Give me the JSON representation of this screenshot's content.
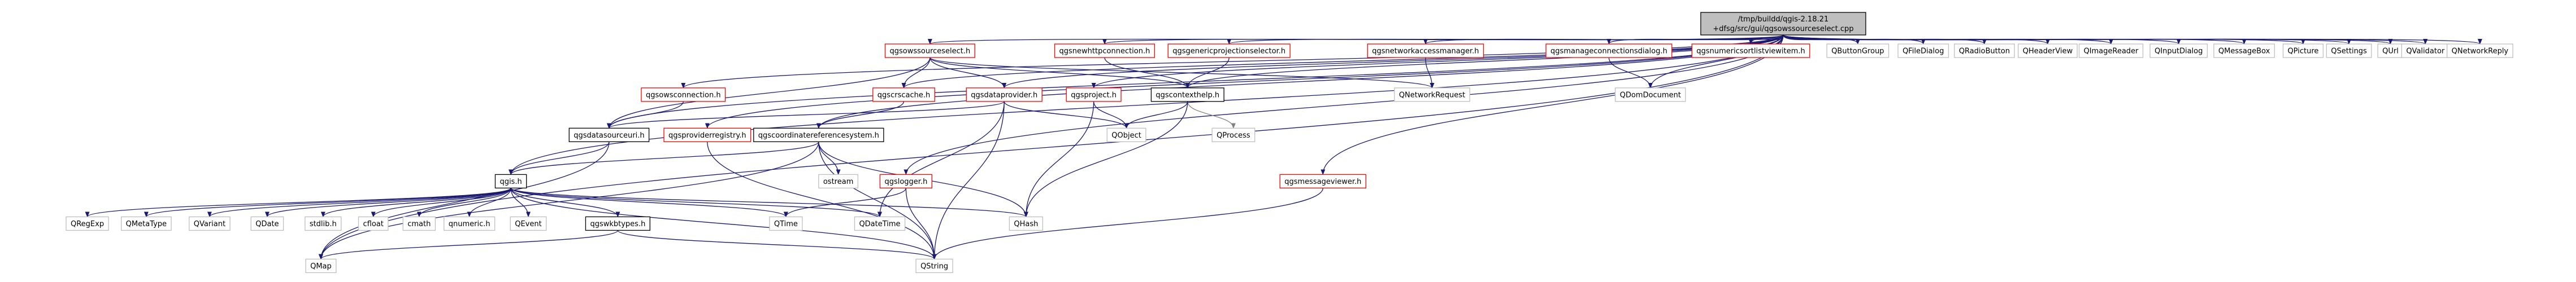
{
  "colors": {
    "edge": "#191970",
    "edge_alt": "#808080",
    "node_border_documented": "#000000",
    "node_border_undocumented": "#ff0000",
    "node_border_external": "#bfbfbf",
    "root_fill": "#bfbfbf",
    "node_fill": "#ffffff",
    "text": "#000000"
  },
  "graph": {
    "root": {
      "id": "root",
      "line1": "/tmp/buildd/qgis-2.18.21",
      "line2": "+dfsg/src/gui/qgsowssourceselect.cpp"
    },
    "nodes": [
      {
        "id": "qgsowssourceselect_h",
        "label": "qgsowssourceselect.h",
        "kind": "undocumented"
      },
      {
        "id": "qgsnewhttpconnection_h",
        "label": "qgsnewhttpconnection.h",
        "kind": "undocumented"
      },
      {
        "id": "qgsgenericprojectionselector_h",
        "label": "qgsgenericprojectionselector.h",
        "kind": "undocumented"
      },
      {
        "id": "qgsnetworkaccessmanager_h",
        "label": "qgsnetworkaccessmanager.h",
        "kind": "undocumented"
      },
      {
        "id": "qgsmanageconnectionsdialog_h",
        "label": "qgsmanageconnectionsdialog.h",
        "kind": "undocumented"
      },
      {
        "id": "qgsnumericsortlistviewitem_h",
        "label": "qgsnumericsortlistviewitem.h",
        "kind": "undocumented"
      },
      {
        "id": "QButtonGroup",
        "label": "QButtonGroup",
        "kind": "external"
      },
      {
        "id": "QFileDialog",
        "label": "QFileDialog",
        "kind": "external"
      },
      {
        "id": "QRadioButton",
        "label": "QRadioButton",
        "kind": "external"
      },
      {
        "id": "QHeaderView",
        "label": "QHeaderView",
        "kind": "external"
      },
      {
        "id": "QImageReader",
        "label": "QImageReader",
        "kind": "external"
      },
      {
        "id": "QInputDialog",
        "label": "QInputDialog",
        "kind": "external"
      },
      {
        "id": "QMessageBox",
        "label": "QMessageBox",
        "kind": "external"
      },
      {
        "id": "QPicture",
        "label": "QPicture",
        "kind": "external"
      },
      {
        "id": "QSettings",
        "label": "QSettings",
        "kind": "external"
      },
      {
        "id": "QUrl",
        "label": "QUrl",
        "kind": "external"
      },
      {
        "id": "QValidator",
        "label": "QValidator",
        "kind": "external"
      },
      {
        "id": "QNetworkReply",
        "label": "QNetworkReply",
        "kind": "external"
      },
      {
        "id": "qgsowsconnection_h",
        "label": "qgsowsconnection.h",
        "kind": "undocumented"
      },
      {
        "id": "qgscrscache_h",
        "label": "qgscrscache.h",
        "kind": "undocumented"
      },
      {
        "id": "qgsdataprovider_h",
        "label": "qgsdataprovider.h",
        "kind": "undocumented"
      },
      {
        "id": "qgsproject_h",
        "label": "qgsproject.h",
        "kind": "undocumented"
      },
      {
        "id": "qgscontexthelp_h",
        "label": "qgscontexthelp.h",
        "kind": "documented"
      },
      {
        "id": "QNetworkRequest",
        "label": "QNetworkRequest",
        "kind": "external"
      },
      {
        "id": "QDomDocument",
        "label": "QDomDocument",
        "kind": "external"
      },
      {
        "id": "qgsdatasourceuri_h",
        "label": "qgsdatasourceuri.h",
        "kind": "documented"
      },
      {
        "id": "qgsproviderregistry_h",
        "label": "qgsproviderregistry.h",
        "kind": "undocumented"
      },
      {
        "id": "qgscoordinatereferencesystem_h",
        "label": "qgscoordinatereferencesystem.h",
        "kind": "documented"
      },
      {
        "id": "QObject",
        "label": "QObject",
        "kind": "external"
      },
      {
        "id": "QProcess",
        "label": "QProcess",
        "kind": "external"
      },
      {
        "id": "qgis_h",
        "label": "qgis.h",
        "kind": "documented"
      },
      {
        "id": "ostream",
        "label": "ostream",
        "kind": "external"
      },
      {
        "id": "qgslogger_h",
        "label": "qgslogger.h",
        "kind": "undocumented"
      },
      {
        "id": "qgsmessageviewer_h",
        "label": "qgsmessageviewer.h",
        "kind": "undocumented"
      },
      {
        "id": "QRegExp",
        "label": "QRegExp",
        "kind": "external"
      },
      {
        "id": "QMetaType",
        "label": "QMetaType",
        "kind": "external"
      },
      {
        "id": "QVariant",
        "label": "QVariant",
        "kind": "external"
      },
      {
        "id": "QDate",
        "label": "QDate",
        "kind": "external"
      },
      {
        "id": "stdlib_h",
        "label": "stdlib.h",
        "kind": "external"
      },
      {
        "id": "cfloat",
        "label": "cfloat",
        "kind": "external"
      },
      {
        "id": "cmath",
        "label": "cmath",
        "kind": "external"
      },
      {
        "id": "qnumeric_h",
        "label": "qnumeric.h",
        "kind": "external"
      },
      {
        "id": "QEvent",
        "label": "QEvent",
        "kind": "external"
      },
      {
        "id": "qgswkbtypes_h",
        "label": "qgswkbtypes.h",
        "kind": "documented"
      },
      {
        "id": "QTime",
        "label": "QTime",
        "kind": "external"
      },
      {
        "id": "QDateTime",
        "label": "QDateTime",
        "kind": "external"
      },
      {
        "id": "QHash",
        "label": "QHash",
        "kind": "external"
      },
      {
        "id": "QMap",
        "label": "QMap",
        "kind": "external"
      },
      {
        "id": "QString",
        "label": "QString",
        "kind": "external"
      }
    ],
    "edges": [
      [
        "root",
        "qgsowssourceselect_h"
      ],
      [
        "root",
        "qgsnewhttpconnection_h"
      ],
      [
        "root",
        "qgsgenericprojectionselector_h"
      ],
      [
        "root",
        "qgsnetworkaccessmanager_h"
      ],
      [
        "root",
        "qgsmanageconnectionsdialog_h"
      ],
      [
        "root",
        "qgsnumericsortlistviewitem_h"
      ],
      [
        "root",
        "QButtonGroup"
      ],
      [
        "root",
        "QFileDialog"
      ],
      [
        "root",
        "QRadioButton"
      ],
      [
        "root",
        "QHeaderView"
      ],
      [
        "root",
        "QImageReader"
      ],
      [
        "root",
        "QInputDialog"
      ],
      [
        "root",
        "QMessageBox"
      ],
      [
        "root",
        "QPicture"
      ],
      [
        "root",
        "QSettings"
      ],
      [
        "root",
        "QUrl"
      ],
      [
        "root",
        "QValidator"
      ],
      [
        "root",
        "QNetworkReply"
      ],
      [
        "root",
        "qgsowsconnection_h"
      ],
      [
        "root",
        "qgscrscache_h"
      ],
      [
        "root",
        "qgsdataprovider_h"
      ],
      [
        "root",
        "qgsproject_h"
      ],
      [
        "root",
        "qgscontexthelp_h"
      ],
      [
        "root",
        "qgsdatasourceuri_h"
      ],
      [
        "root",
        "qgsproviderregistry_h"
      ],
      [
        "root",
        "qgscoordinatereferencesystem_h"
      ],
      [
        "root",
        "qgis_h"
      ],
      [
        "root",
        "qgslogger_h"
      ],
      [
        "root",
        "qgsmessageviewer_h"
      ],
      [
        "root",
        "QDomDocument"
      ],
      [
        "root",
        "QMap"
      ],
      [
        "qgsowssourceselect_h",
        "qgsdataprovider_h"
      ],
      [
        "qgsowssourceselect_h",
        "qgscontexthelp_h"
      ],
      [
        "qgsowssourceselect_h",
        "QNetworkRequest"
      ],
      [
        "qgsowssourceselect_h",
        "qgsdatasourceuri_h"
      ],
      [
        "qgsowssourceselect_h",
        "qgscrscache_h"
      ],
      [
        "qgsnewhttpconnection_h",
        "qgscontexthelp_h"
      ],
      [
        "qgsgenericprojectionselector_h",
        "qgscontexthelp_h"
      ],
      [
        "qgsnetworkaccessmanager_h",
        "QNetworkRequest"
      ],
      [
        "qgsmanageconnectionsdialog_h",
        "QDomDocument"
      ],
      [
        "qgsowsconnection_h",
        "qgsdatasourceuri_h"
      ],
      [
        "qgscrscache_h",
        "qgscoordinatereferencesystem_h"
      ],
      [
        "qgsdataprovider_h",
        "qgsdatasourceuri_h"
      ],
      [
        "qgsdataprovider_h",
        "QObject"
      ],
      [
        "qgsdataprovider_h",
        "QString"
      ],
      [
        "qgsdataprovider_h",
        "QDateTime"
      ],
      [
        "qgsproject_h",
        "QObject"
      ],
      [
        "qgsproject_h",
        "QHash"
      ],
      [
        "qgscontexthelp_h",
        "QObject"
      ],
      [
        "qgscontexthelp_h",
        "QProcess"
      ],
      [
        "qgscontexthelp_h",
        "QHash"
      ],
      [
        "qgsdatasourceuri_h",
        "qgis_h"
      ],
      [
        "qgsdatasourceuri_h",
        "QMap"
      ],
      [
        "qgsproviderregistry_h",
        "QString"
      ],
      [
        "qgscoordinatereferencesystem_h",
        "qgis_h"
      ],
      [
        "qgscoordinatereferencesystem_h",
        "ostream"
      ],
      [
        "qgscoordinatereferencesystem_h",
        "QString"
      ],
      [
        "qgscoordinatereferencesystem_h",
        "QMap"
      ],
      [
        "qgscoordinatereferencesystem_h",
        "QHash"
      ],
      [
        "qgis_h",
        "QRegExp"
      ],
      [
        "qgis_h",
        "QMetaType"
      ],
      [
        "qgis_h",
        "QVariant"
      ],
      [
        "qgis_h",
        "QDate"
      ],
      [
        "qgis_h",
        "stdlib_h"
      ],
      [
        "qgis_h",
        "cfloat"
      ],
      [
        "qgis_h",
        "cmath"
      ],
      [
        "qgis_h",
        "qnumeric_h"
      ],
      [
        "qgis_h",
        "QEvent"
      ],
      [
        "qgis_h",
        "qgswkbtypes_h"
      ],
      [
        "qgis_h",
        "QTime"
      ],
      [
        "qgis_h",
        "QDateTime"
      ],
      [
        "qgis_h",
        "QHash"
      ],
      [
        "qgis_h",
        "QString"
      ],
      [
        "qgswkbtypes_h",
        "QMap"
      ],
      [
        "qgswkbtypes_h",
        "QString"
      ],
      [
        "qgslogger_h",
        "QString"
      ],
      [
        "qgslogger_h",
        "QTime"
      ],
      [
        "qgsmessageviewer_h",
        "QString"
      ]
    ]
  }
}
